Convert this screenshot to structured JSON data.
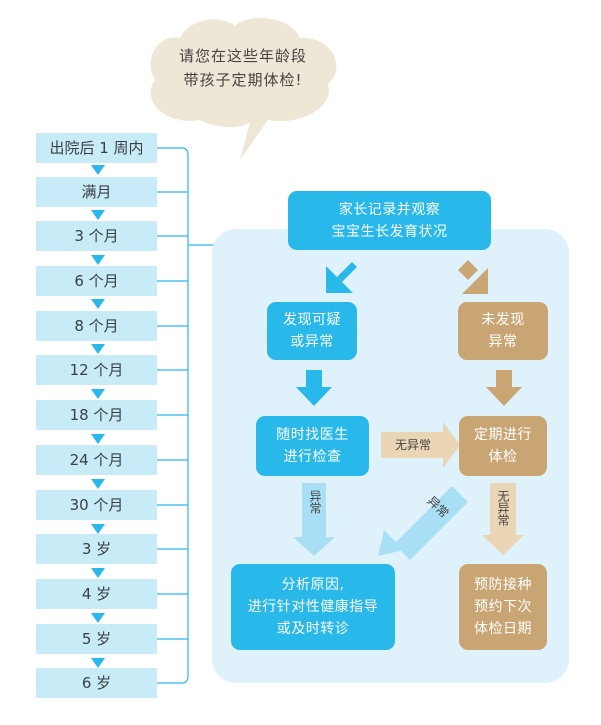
{
  "bubble": {
    "line1": "请您在这些年龄段",
    "line2": "带孩子定期体检!"
  },
  "timeline": {
    "ages": [
      "出院后 1 周内",
      "满月",
      "3 个月",
      "6 个月",
      "8 个月",
      "12 个月",
      "18 个月",
      "24 个月",
      "30 个月",
      "3 岁",
      "4 岁",
      "5 岁",
      "6 岁"
    ]
  },
  "flow": {
    "top": {
      "line1": "家长记录并观察",
      "line2": "宝宝生长发育状况"
    },
    "suspect": {
      "line1": "发现可疑",
      "line2": "或异常"
    },
    "not_found": {
      "line1": "未发现",
      "line2": "异常"
    },
    "see_doctor": {
      "line1": "随时找医生",
      "line2": "进行检查"
    },
    "regular_check": {
      "line1": "定期进行",
      "line2": "体检"
    },
    "analyze": {
      "line1": "分析原因,",
      "line2": "进行针对性健康指导",
      "line3": "或及时转诊"
    },
    "vaccinate": {
      "line1": "预防接种",
      "line2": "预约下次",
      "line3": "体检日期"
    },
    "labels": {
      "no_abnormal": "无异常",
      "abnormal_1": "异常",
      "abnormal_2": "异常",
      "no_abnormal_2": "无异常"
    }
  },
  "colors": {
    "blue": "#29b8ea",
    "tan": "#caa574",
    "panel": "#dff1fb",
    "timeline_box": "#c8ecf7",
    "bubble": "#efe7d6"
  }
}
